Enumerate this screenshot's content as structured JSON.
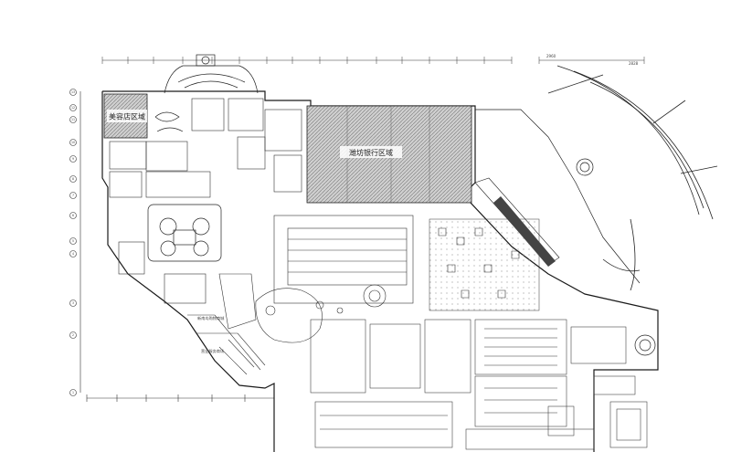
{
  "zones": {
    "beauty_salon": "美容店区域",
    "bank": "潍坊银行区域"
  },
  "small_labels": {
    "label_a": "新南岛购物商城",
    "label_b": "营业服务商场"
  },
  "dimensions": {
    "right_dim_a": "2960",
    "right_dim_b": "2828"
  },
  "grid_axes": {
    "left": [
      "13",
      "12",
      "11",
      "10",
      "9",
      "8",
      "7",
      "6",
      "5",
      "4",
      "3",
      "2",
      "1"
    ]
  },
  "colors": {
    "line": "#1a1a1a",
    "hatch": "#555555",
    "paper": "#ffffff"
  }
}
